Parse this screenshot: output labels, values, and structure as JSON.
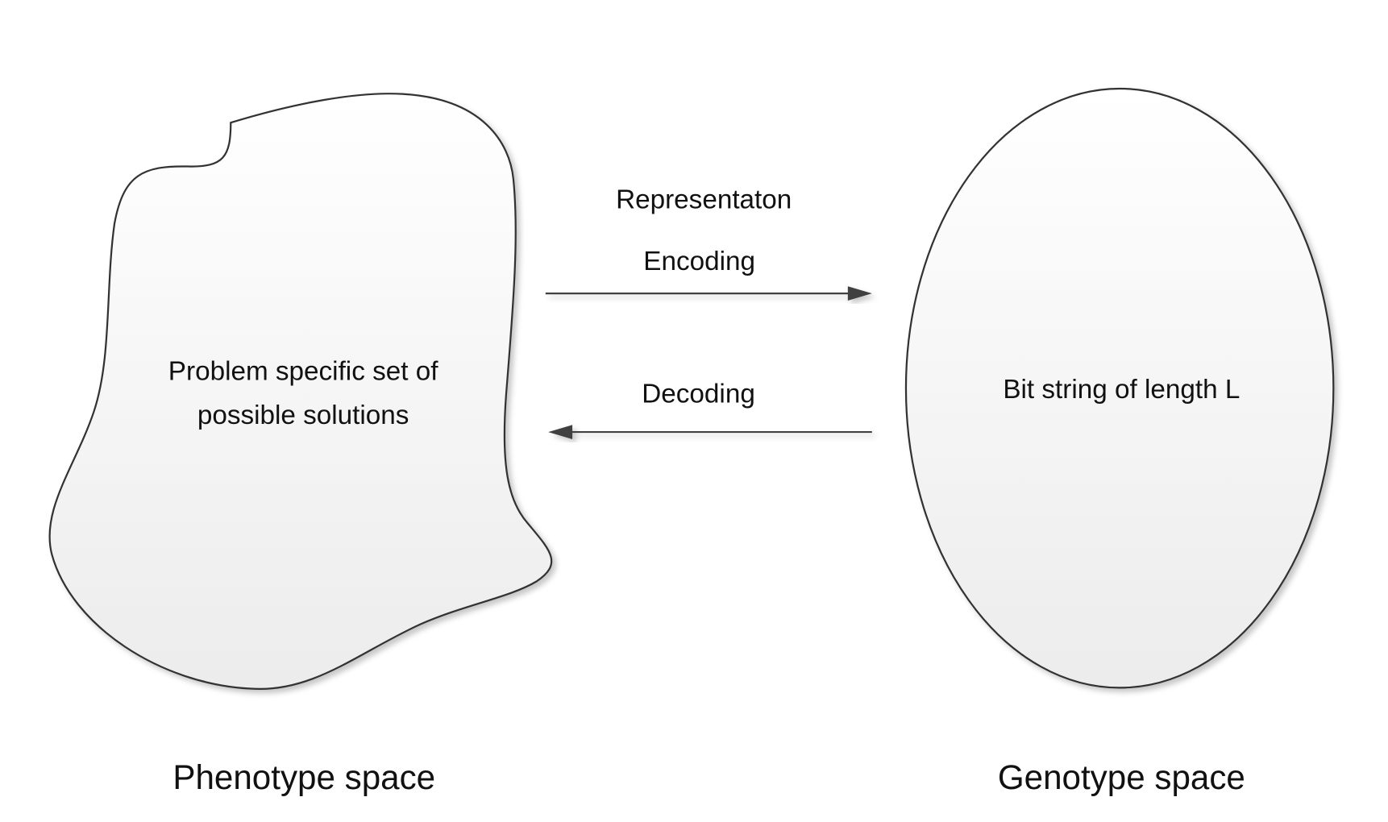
{
  "phenotype": {
    "text_line1": "Problem specific set of",
    "text_line2": "possible solutions",
    "caption": "Phenotype space"
  },
  "genotype": {
    "text": "Bit string of length L",
    "caption": "Genotype space"
  },
  "arrows": {
    "representation_label": "Representaton",
    "encoding_label": "Encoding",
    "decoding_label": "Decoding"
  },
  "colors": {
    "stroke": "#333333",
    "fill_top": "#ffffff",
    "fill_bottom": "#eeeeee",
    "arrow": "#404040"
  }
}
